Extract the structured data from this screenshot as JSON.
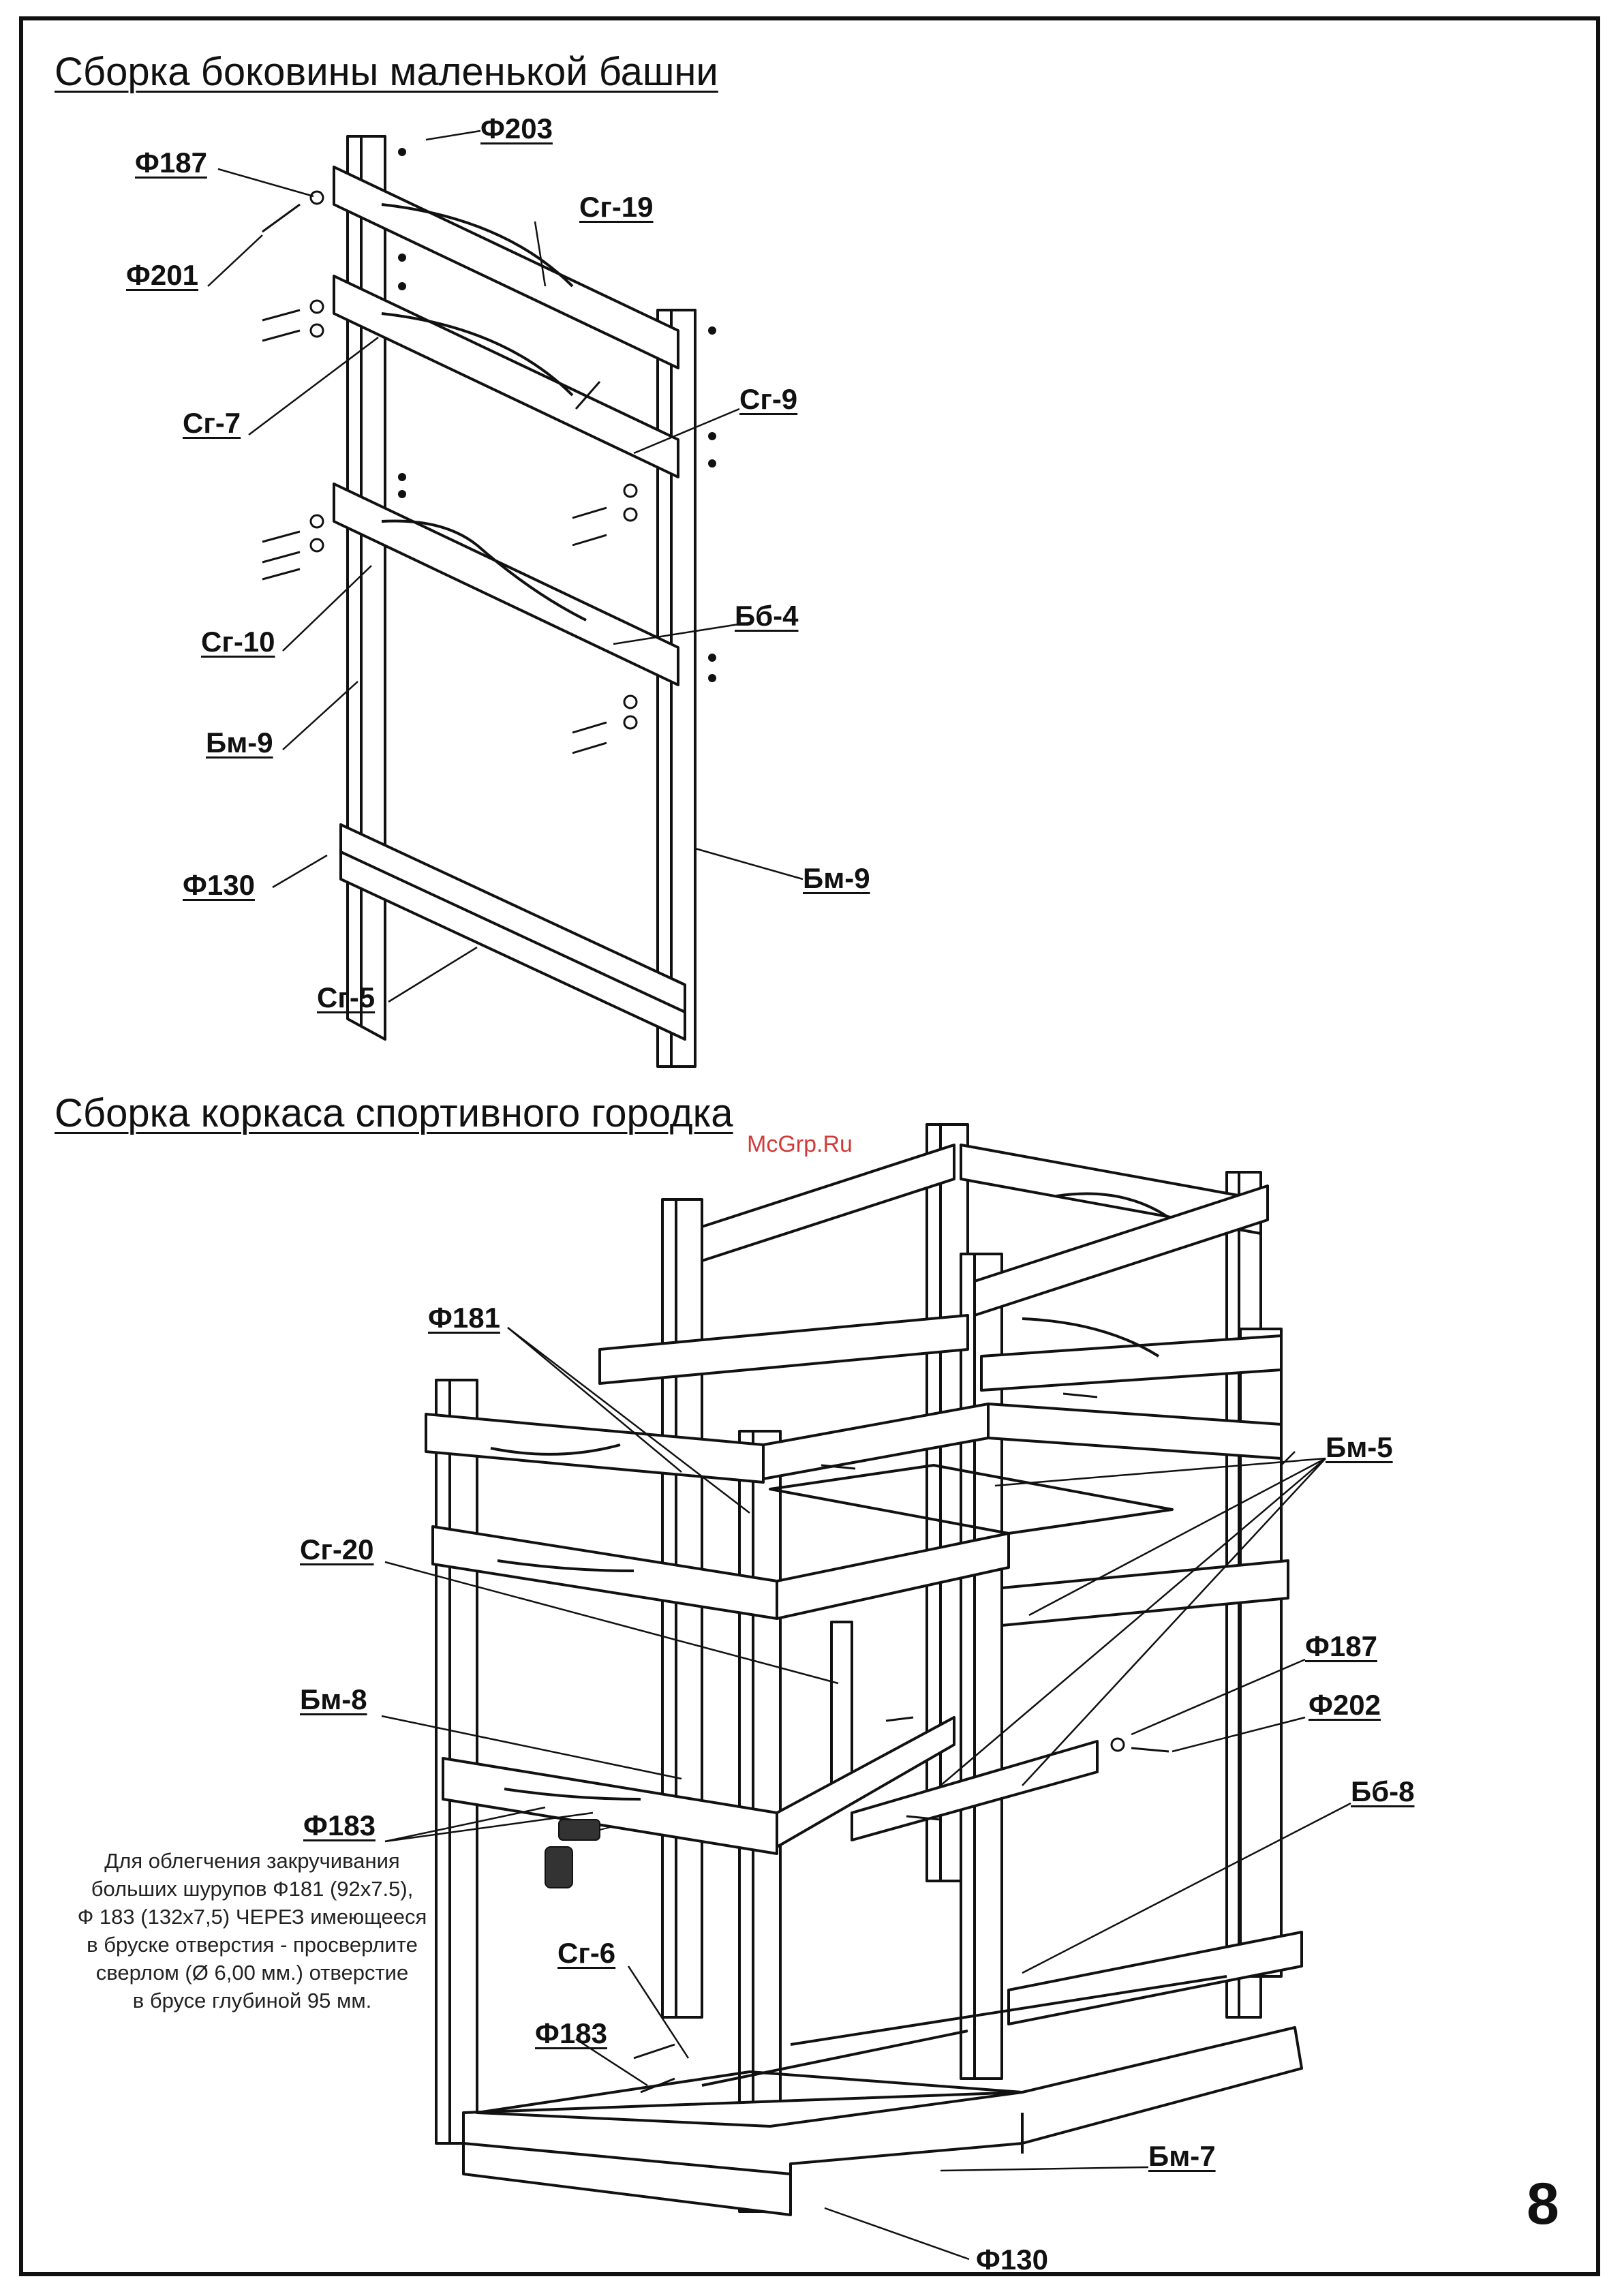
{
  "sections": {
    "side_title": "Сборка боковины маленькой башни",
    "frame_title": "Сборка коркаса спортивного городка"
  },
  "labels": {
    "f203": "Ф203",
    "f187_top": "Ф187",
    "sg19": "Сг-19",
    "f201": "Ф201",
    "sg9": "Сг-9",
    "sg7": "Сг-7",
    "bb4": "Бб-4",
    "sg10": "Сг-10",
    "bm9_left": "Бм-9",
    "f130_top": "Ф130",
    "bm9_right": "Бм-9",
    "sg5": "Сг-5",
    "f181": "Ф181",
    "bm5": "Бм-5",
    "sg20": "Сг-20",
    "f187_bottom": "Ф187",
    "f202": "Ф202",
    "bm8": "Бм-8",
    "bb8": "Бб-8",
    "f183_top": "Ф183",
    "sg6": "Сг-6",
    "f183_bottom": "Ф183",
    "bm7": "Бм-7",
    "f130_bottom": "Ф130"
  },
  "note_lines": [
    "Для облегчения закручивания",
    "больших шурупов Ф181 (92х7.5),",
    "Ф 183 (132х7,5) ЧЕРЕЗ имеющееся",
    "в бруске отверстия - просверлите",
    "сверлом (Ø 6,00 мм.) отверстие",
    "в брусе глубиной 95 мм."
  ],
  "watermark": "McGrp.Ru",
  "page_number": "8",
  "colors": {
    "ink": "#111111",
    "watermark": "#d43a3a"
  }
}
